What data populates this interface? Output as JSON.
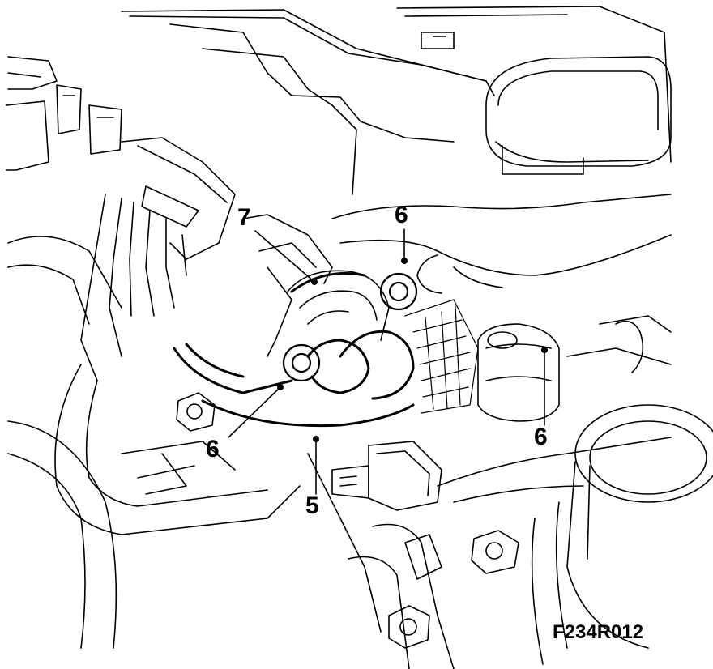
{
  "callouts": {
    "part_7": "7",
    "part_6_top": "6",
    "part_6_left": "6",
    "part_5": "5",
    "part_6_right": "6"
  },
  "figure_id": "F234R012",
  "colors": {
    "ink": "#000000",
    "paper": "#ffffff"
  }
}
